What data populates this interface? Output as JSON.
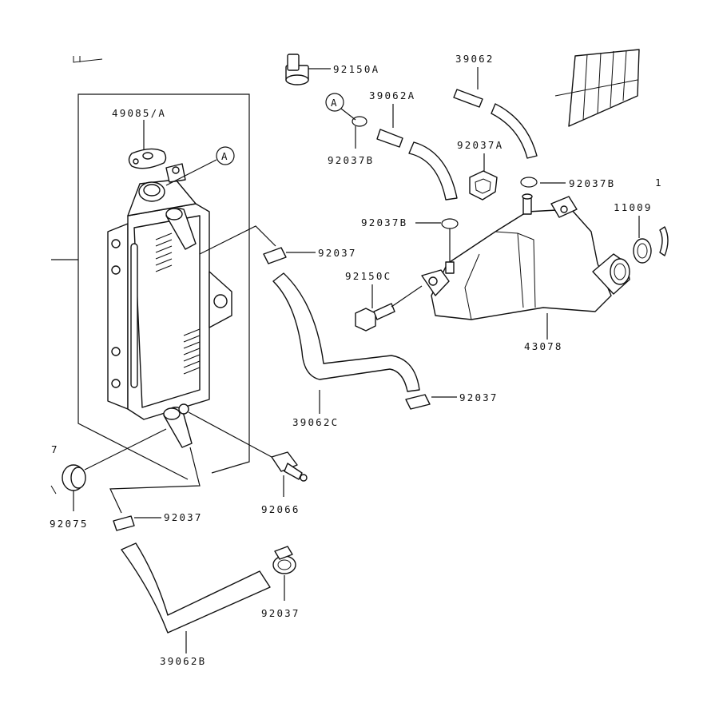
{
  "highlight_color": "#e8401c",
  "reference_marker": "A",
  "labels": {
    "bolt_top": "92150A",
    "hose_top_right": "39062",
    "hose_highlight": "39062A",
    "marker_top": "A",
    "clamp_top_left": "92037B",
    "holder": "92037A",
    "clamp_top_right": "92037B",
    "cap": "49085/A",
    "marker_radiator": "A",
    "clamp_mid": "92037B",
    "far_right": "11009",
    "clamp_right_of_radiator": "92037",
    "bolt_mid": "92150C",
    "reservoir_tank": "43078",
    "clamp_lower_mid": "92037",
    "hose_middle": "39062C",
    "grommet_top_fragment": "7",
    "grommet": "92075",
    "clamp_lower_left": "92037",
    "temp_sensor": "92066",
    "clamp_bottom": "92037",
    "hose_bottom": "39062B"
  }
}
